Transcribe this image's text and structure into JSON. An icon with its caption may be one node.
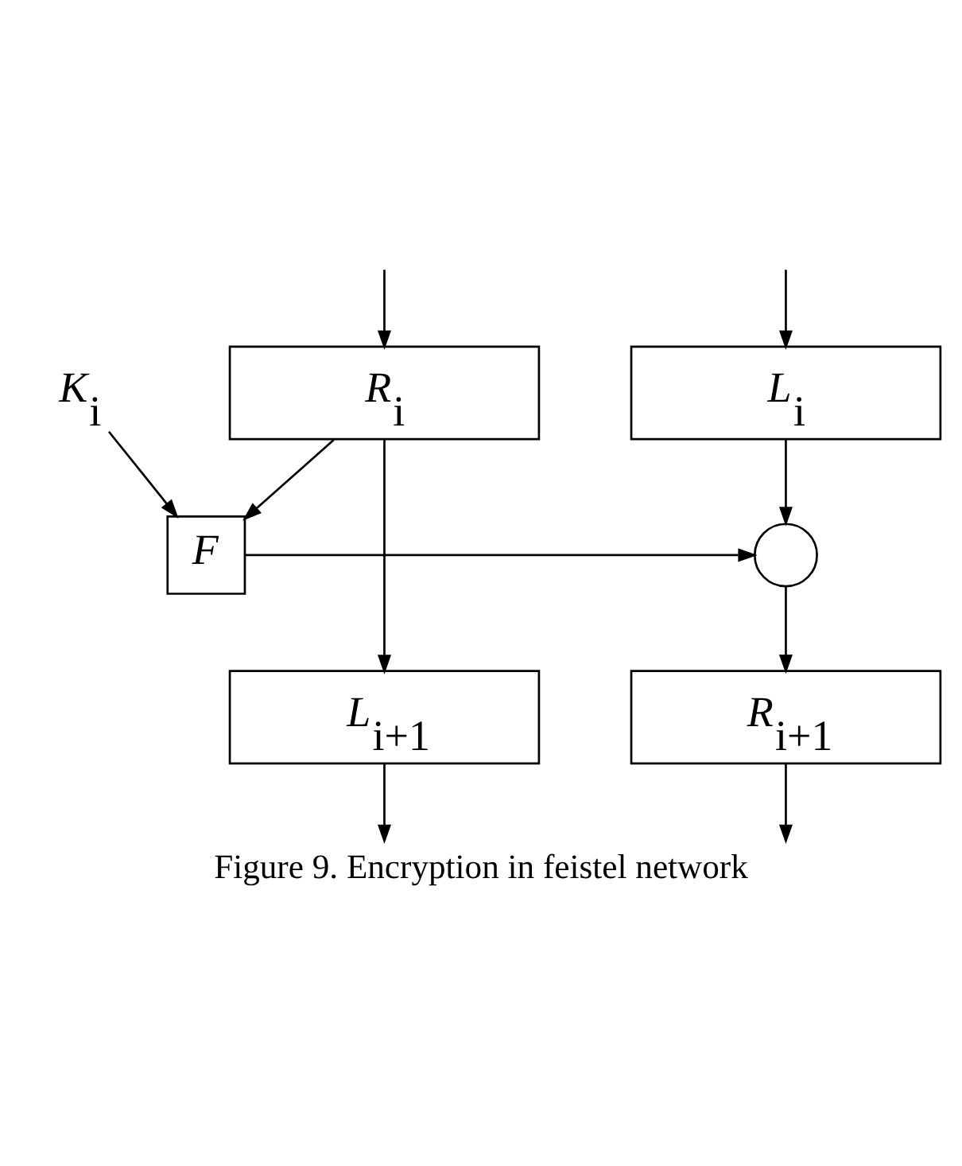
{
  "diagram": {
    "caption": "Figure 9. Encryption in feistel network",
    "nodes": [
      {
        "text": [
          "L$_{i}$"
        ]
      },
      {
        "text": [
          "R$_{i}$"
        ]
      },
      {
        "text": [
          "K$_{i}$"
        ]
      },
      {
        "text": [
          "F"
        ]
      },
      {
        "text": [],
        "shape": "circle"
      },
      {
        "text": [
          "L$_{i+1}$"
        ]
      },
      {
        "text": [
          "R$_{i+1}$"
        ]
      }
    ],
    "edges": [
      {
        "from": null,
        "to": 0,
        "arrow": "to"
      },
      {
        "from": null,
        "to": 1,
        "arrow": "to"
      },
      {
        "from": 0,
        "to": 4,
        "arrow": "to"
      },
      {
        "from": 2,
        "to": 3,
        "arrow": "to"
      },
      {
        "from": 1,
        "to": 3,
        "arrow": "to"
      },
      {
        "from": 3,
        "to": 4,
        "arrow": "to"
      },
      {
        "from": 4,
        "to": 6,
        "arrow": "to"
      },
      {
        "from": 1,
        "to": 5,
        "arrow": "to"
      },
      {
        "from": 5,
        "to": null,
        "arrow": "to"
      },
      {
        "from": 6,
        "to": null,
        "arrow": "to"
      }
    ]
  }
}
